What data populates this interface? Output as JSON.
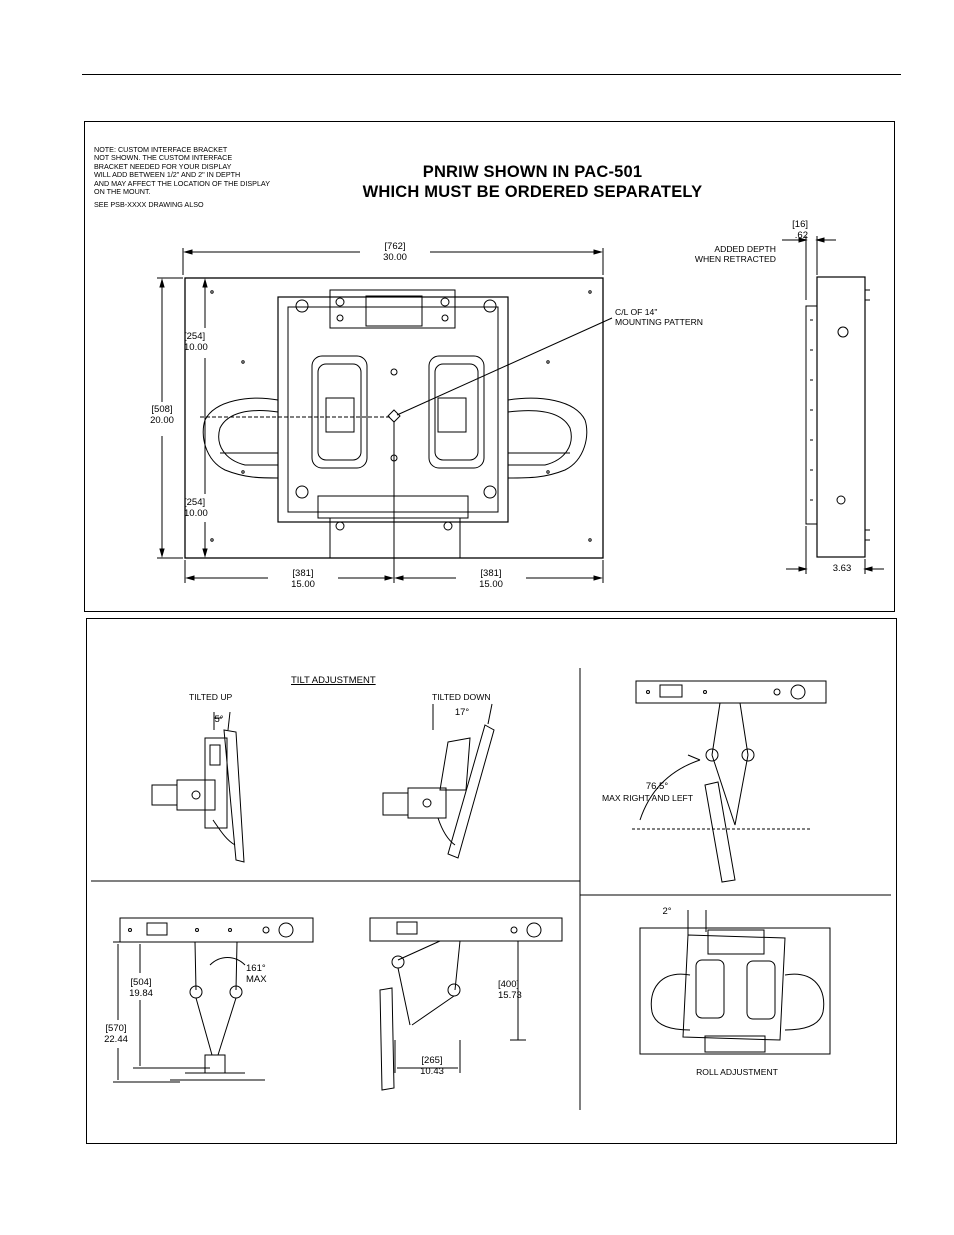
{
  "note": {
    "lines": [
      "NOTE: CUSTOM INTERFACE BRACKET",
      "NOT SHOWN.  THE CUSTOM INTERFACE",
      "BRACKET NEEDED FOR YOUR DISPLAY",
      "WILL ADD BETWEEN 1/2\" AND 2\" IN DEPTH",
      "AND MAY AFFECT THE LOCATION OF THE DISPLAY",
      "ON THE MOUNT."
    ],
    "see": "SEE PSB-XXXX DRAWING ALSO"
  },
  "title": {
    "line1": "PNRIW SHOWN IN PAC-501",
    "line2": "WHICH MUST BE ORDERED SEPARATELY"
  },
  "front_view": {
    "width_mm": "[762]",
    "width_in": "30.00",
    "height_mm": "[508]",
    "height_in": "20.00",
    "upper_half_mm": "[254]",
    "upper_half_in": "10.00",
    "lower_half_mm": "[254]",
    "lower_half_in": "10.00",
    "left_half_mm": "[381]",
    "left_half_in": "15.00",
    "right_half_mm": "[381]",
    "right_half_in": "15.00",
    "centerline_label_1": "C/L OF 14\"",
    "centerline_label_2": "MOUNTING PATTERN"
  },
  "side_view": {
    "depth_mm": "[16]",
    "depth_in": ".62",
    "added_depth_1": "ADDED DEPTH",
    "added_depth_2": "WHEN RETRACTED",
    "total_depth": "3.63"
  },
  "tilt": {
    "heading": "TILT ADJUSTMENT",
    "up_label": "TILTED UP",
    "up_angle": "5°",
    "down_label": "TILTED DOWN",
    "down_angle": "17°"
  },
  "swivel": {
    "angle": "76.5°",
    "label": "MAX RIGHT AND LEFT"
  },
  "extension": {
    "arm_mm": "[504]",
    "arm_in": "19.84",
    "total_mm": "[570]",
    "total_in": "22.44",
    "angle": "161°",
    "angle_label": "MAX"
  },
  "folded": {
    "height_mm": "[400]",
    "height_in": "15.73",
    "width_mm": "[265]",
    "width_in": "10.43"
  },
  "roll": {
    "angle": "2°",
    "label": "ROLL ADJUSTMENT"
  }
}
